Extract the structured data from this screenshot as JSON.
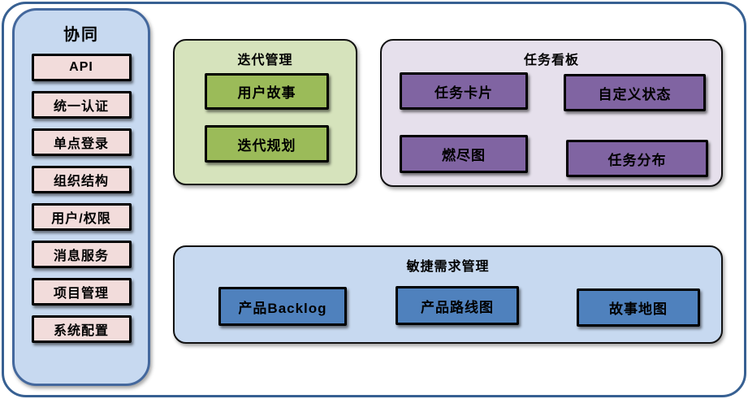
{
  "diagram": {
    "sidebar": {
      "title": "协同",
      "items": [
        "API",
        "统一认证",
        "单点登录",
        "组织结构",
        "用户/权限",
        "消息服务",
        "项目管理",
        "系统配置"
      ]
    },
    "iteration": {
      "title": "迭代管理",
      "items": [
        "用户故事",
        "迭代规划"
      ]
    },
    "taskboard": {
      "title": "任务看板",
      "items": [
        "任务卡片",
        "自定义状态",
        "燃尽图",
        "任务分布"
      ]
    },
    "agile": {
      "title": "敏捷需求管理",
      "items": [
        "产品Backlog",
        "产品路线图",
        "故事地图"
      ]
    },
    "colors": {
      "frame_border": "#376092",
      "sidebar_fill": "#C7D9F0",
      "sidebar_item_fill": "#F2DCDB",
      "iteration_fill": "#D6E3BC",
      "iteration_item_fill": "#9BBB59",
      "taskboard_fill": "#E6E0EC",
      "taskboard_item_fill": "#8064A2",
      "agile_fill": "#C7D9F0",
      "agile_item_fill": "#4F81BD",
      "item_border": "#000000",
      "text": "#000000"
    }
  }
}
